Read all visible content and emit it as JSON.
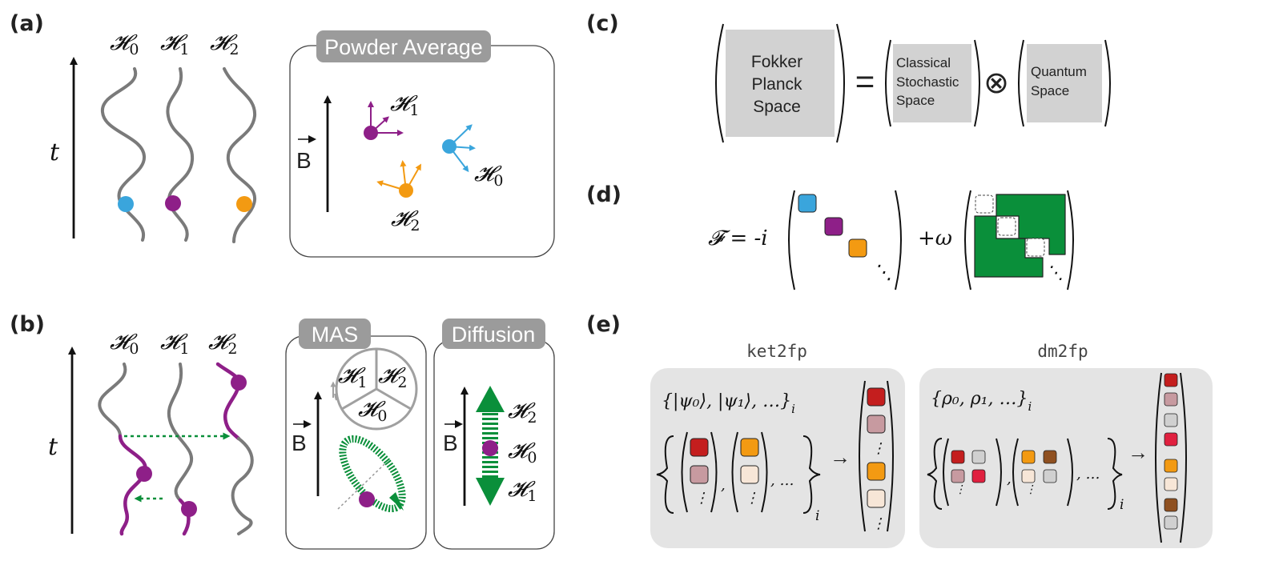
{
  "panel_labels": {
    "a": "(a)",
    "b": "(b)",
    "c": "(c)",
    "d": "(d)",
    "e": "(e)"
  },
  "colors": {
    "blue": "#3aa5dc",
    "purple": "#8e1f88",
    "orange": "#f39a12",
    "green": "#0a8f3a",
    "grey_wave": "#7a7a7a",
    "tag_grey": "#9b9b9b",
    "dark_red": "#c41e1e",
    "pink_grey": "#c79aa0",
    "light_grey": "#d0d0d0",
    "red": "#e0203f",
    "beige": "#f7e6d7",
    "brown": "#8f5020"
  },
  "panel_a": {
    "hamiltonians": [
      "𝓗",
      "𝓗",
      "𝓗"
    ],
    "subscripts": [
      "0",
      "1",
      "2"
    ],
    "time_label": "t",
    "powder_title": "Powder Average",
    "field_label": "B",
    "vector_labels": [
      {
        "h": "𝓗",
        "sub": "1"
      },
      {
        "h": "𝓗",
        "sub": "0"
      },
      {
        "h": "𝓗",
        "sub": "2"
      }
    ]
  },
  "panel_b": {
    "hamiltonians": [
      "𝓗",
      "𝓗",
      "𝓗"
    ],
    "subscripts": [
      "0",
      "1",
      "2"
    ],
    "time_label": "t",
    "mas_title": "MAS",
    "diffusion_title": "Diffusion",
    "field_label": "B",
    "pie_labels": [
      {
        "h": "𝓗",
        "sub": "1"
      },
      {
        "h": "𝓗",
        "sub": "2"
      },
      {
        "h": "𝓗",
        "sub": "0"
      }
    ],
    "diffusion_labels": [
      {
        "h": "𝓗",
        "sub": "2"
      },
      {
        "h": "𝓗",
        "sub": "0"
      },
      {
        "h": "𝓗",
        "sub": "1"
      }
    ]
  },
  "panel_c": {
    "fokker_planck": [
      "Fokker",
      "Planck",
      "Space"
    ],
    "equals": "=",
    "classical": [
      "Classical",
      "Stochastic",
      "Space"
    ],
    "tensor": "⊗",
    "quantum": [
      "Quantum",
      "Space"
    ]
  },
  "panel_d": {
    "lhs": "𝓕 = -i",
    "plus_omega": "+ω",
    "dots": "⋱"
  },
  "panel_e": {
    "ket_title": "ket2fp",
    "dm_title": "dm2fp",
    "ket_set": "{|ψ₀⟩, |ψ₁⟩, …}",
    "ket_set_sub": "i",
    "dm_set": "{ρ₀, ρ₁, …}",
    "dm_set_sub": "i",
    "arrow": "→",
    "comma_dots": ", …",
    "comma": ",",
    "vdots": "⋮",
    "index_i": "i"
  }
}
